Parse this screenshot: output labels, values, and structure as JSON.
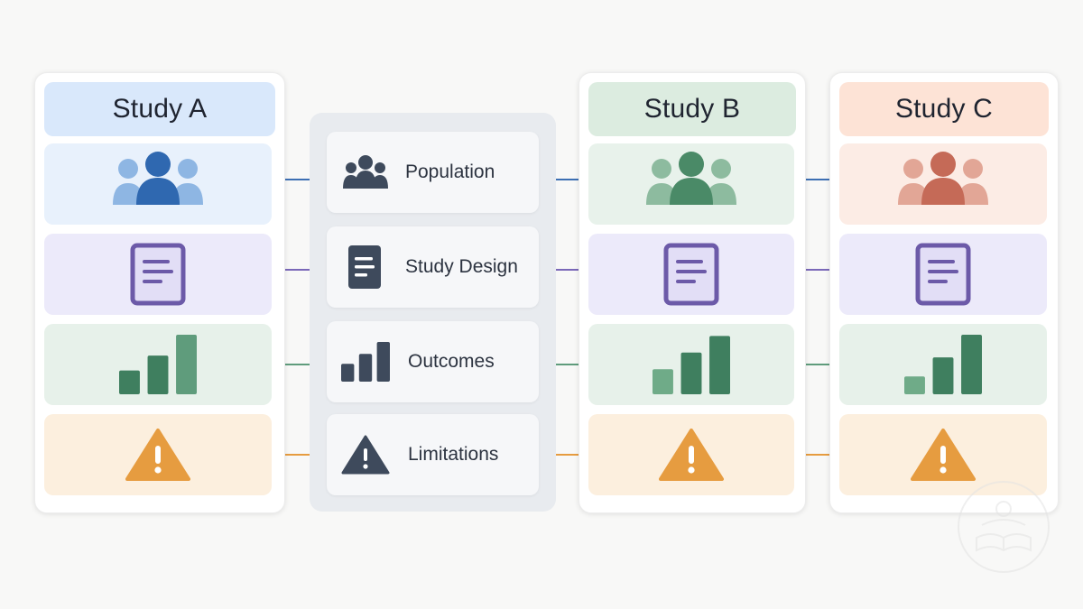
{
  "studies": [
    {
      "name": "Study A",
      "header_color": "#d9e8fb"
    },
    {
      "name": "Study B",
      "header_color": "#dcece0"
    },
    {
      "name": "Study C",
      "header_color": "#fde3d6"
    }
  ],
  "criteria": [
    {
      "label": "Population",
      "icon": "people-icon",
      "color": "#3d6fb3"
    },
    {
      "label": "Study Design",
      "icon": "document-icon",
      "color": "#7a68b8"
    },
    {
      "label": "Outcomes",
      "icon": "bar-chart-icon",
      "color": "#5f9c7c"
    },
    {
      "label": "Limitations",
      "icon": "warning-icon",
      "color": "#e69c40"
    }
  ],
  "outcome_bars": {
    "study_a": [
      0.4,
      0.65,
      1.0
    ],
    "study_b": [
      0.42,
      0.7,
      0.98
    ],
    "study_c": [
      0.3,
      0.62,
      1.0
    ],
    "center": [
      0.45,
      0.7,
      1.0
    ]
  },
  "watermark_icon": "book-hands-logo-icon"
}
